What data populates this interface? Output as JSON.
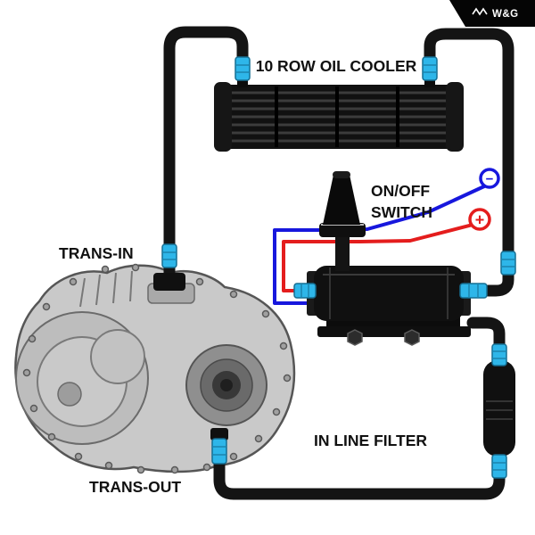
{
  "badge": {
    "brand": "W&G",
    "icon": "zigzag-icon"
  },
  "labels": {
    "cooler": "10 ROW OIL COOLER",
    "switch_line1": "ON/OFF",
    "switch_line2": "SWITCH",
    "trans_in": "TRANS-IN",
    "trans_out": "TRANS-OUT",
    "inline_filter": "IN LINE FILTER"
  },
  "terminals": {
    "negative": "−",
    "positive": "+"
  },
  "colors": {
    "hose_black": "#141414",
    "fitting_blue": "#2eb6e9",
    "wire_red": "#e41d1d",
    "wire_blue": "#1717dd",
    "terminal_red": "#e41d1d",
    "terminal_blue": "#1717dd",
    "transmission_gray": "#c9c9c9",
    "background": "#ffffff"
  }
}
